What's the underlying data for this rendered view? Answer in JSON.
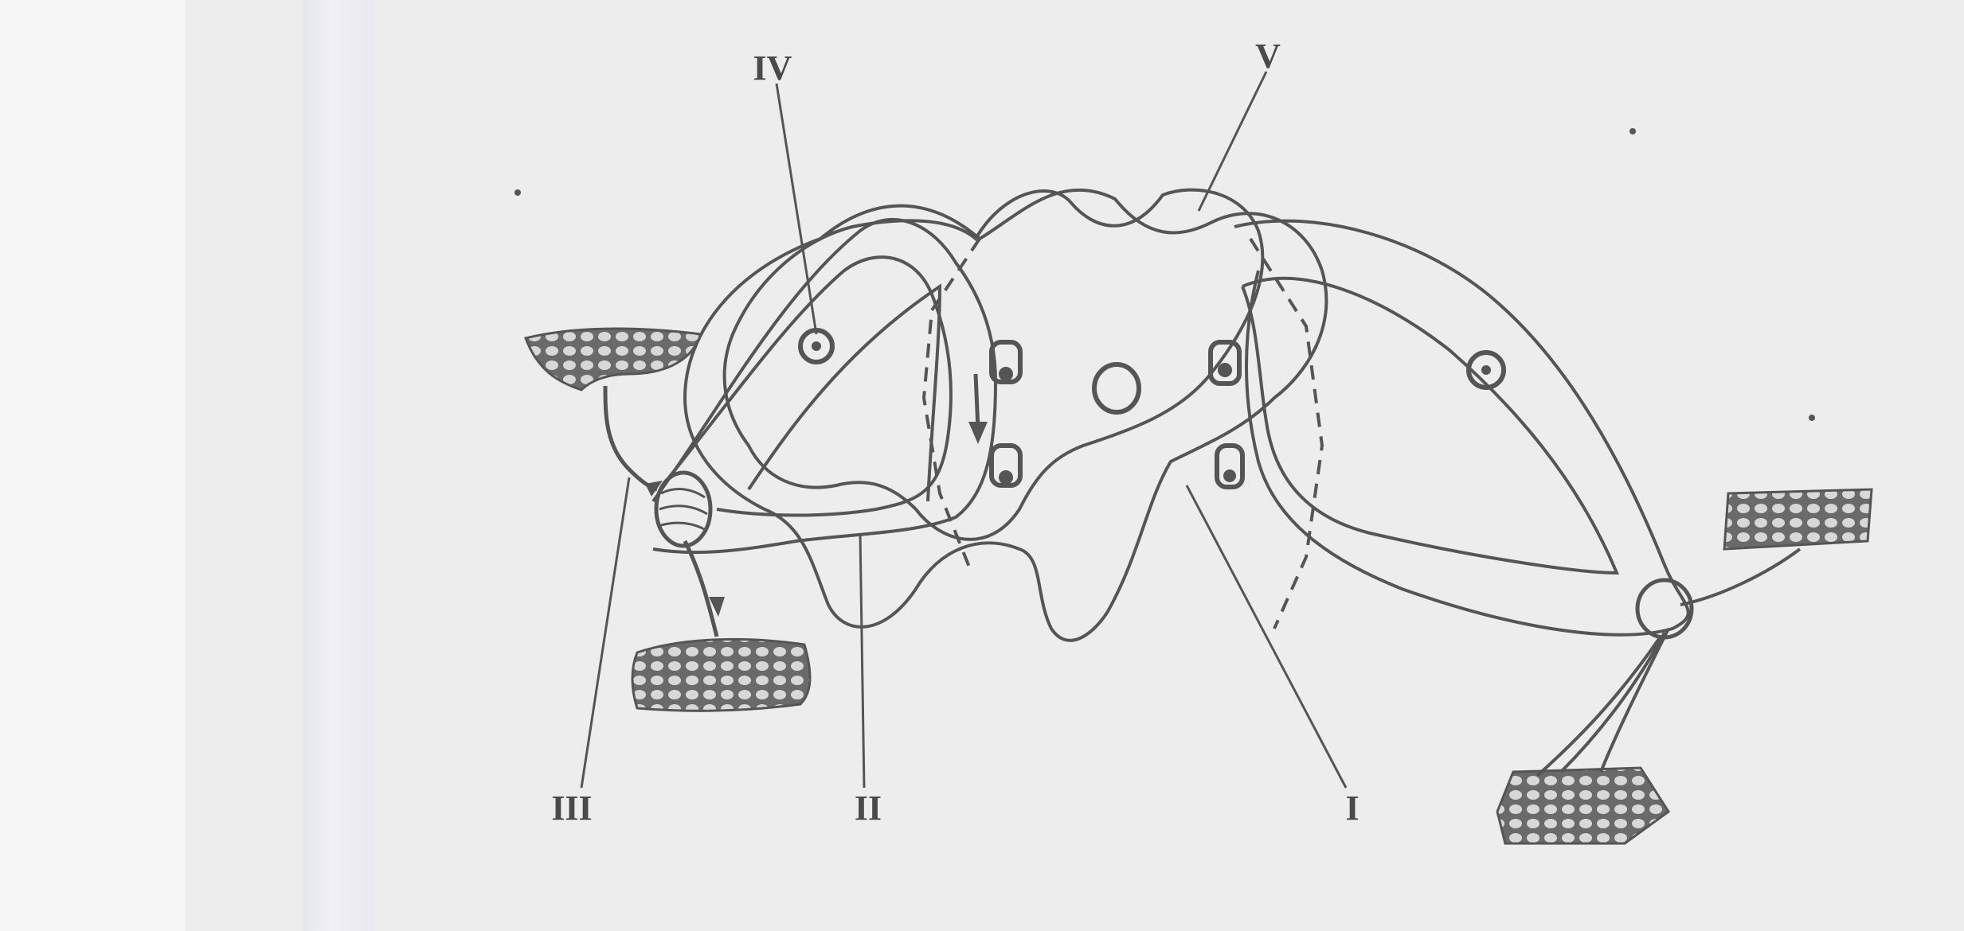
{
  "labels": {
    "I": "I",
    "II": "II",
    "III": "III",
    "IV": "IV",
    "V": "V"
  },
  "colors": {
    "ink": "#4a4a4a",
    "paper": "#ededed",
    "ghost_text": "#cfcfcf"
  }
}
